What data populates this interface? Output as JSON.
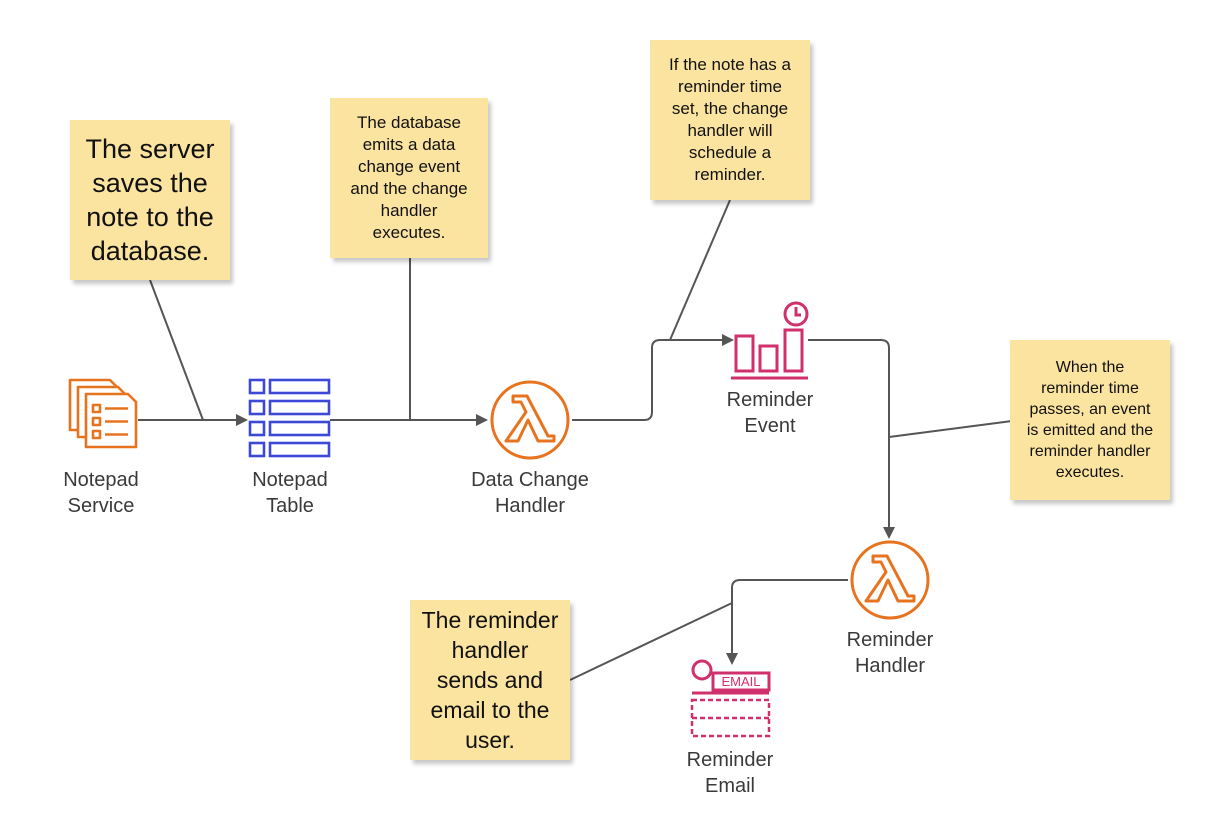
{
  "colors": {
    "compute": "#e8731f",
    "database": "#3b49d6",
    "integration": "#d0306c",
    "note_bg": "#fbe4a0",
    "connector": "#555555"
  },
  "nodes": {
    "notepad_service": {
      "label": "Notepad\nService",
      "icon": "documents-icon"
    },
    "notepad_table": {
      "label": "Notepad\nTable",
      "icon": "table-icon"
    },
    "data_change_handler": {
      "label": "Data Change\nHandler",
      "icon": "lambda-icon"
    },
    "reminder_event": {
      "label": "Reminder\nEvent",
      "icon": "scheduled-event-icon"
    },
    "reminder_handler": {
      "label": "Reminder\nHandler",
      "icon": "lambda-icon"
    },
    "reminder_email": {
      "label": "Reminder\nEmail",
      "icon": "email-icon",
      "badge": "EMAIL"
    }
  },
  "notes": {
    "server_saves": "The server\nsaves the\nnote to the\ndatabase.",
    "database_emits": "The database\nemits a data\nchange event\nand the change\nhandler\nexecutes.",
    "reminder_schedule": "If the note has a\nreminder time\nset, the change\nhandler will\nschedule a\nreminder.",
    "time_passes": "When the\nreminder time\npasses, an event\nis emitted and the\nreminder handler\nexecutes.",
    "handler_sends": "The reminder\nhandler\nsends and\nemail to the\nuser."
  }
}
